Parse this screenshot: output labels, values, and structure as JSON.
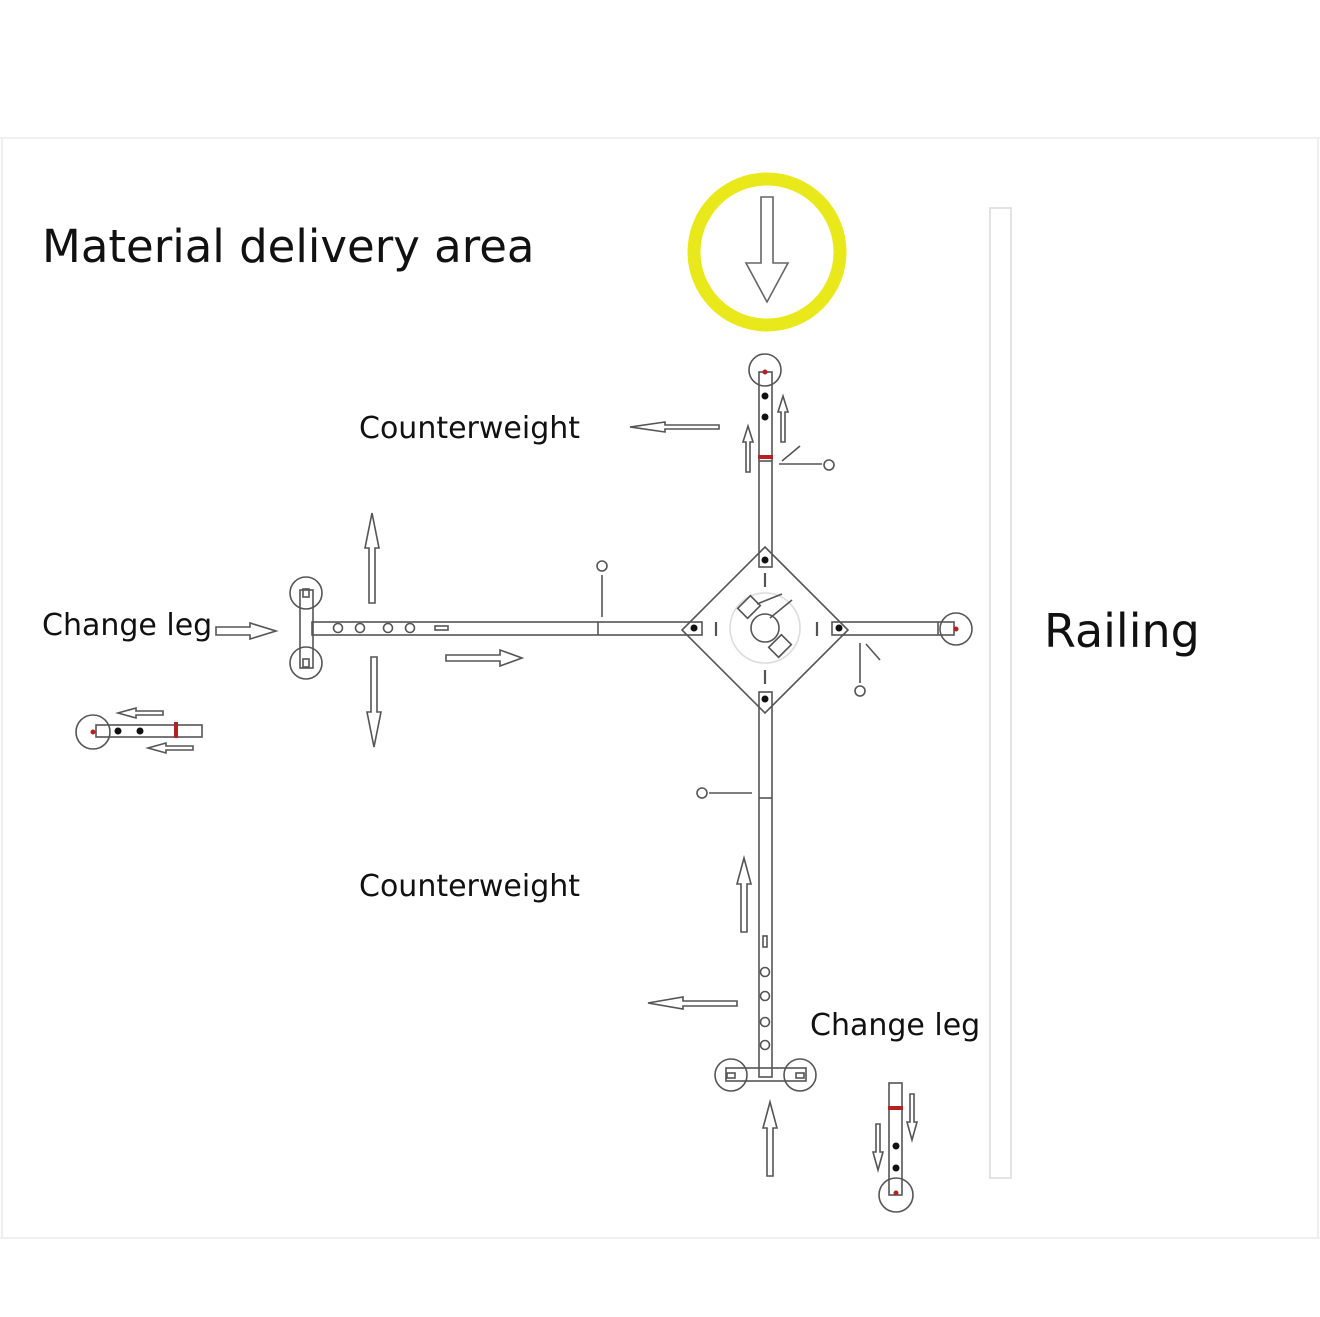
{
  "colors": {
    "delivery_ring": "#e8e81a",
    "line": "#555555",
    "accent_red": "#b22222",
    "panel_border": "#eeeeee",
    "railing": "#e6e6e6"
  },
  "labels": {
    "title": "Material delivery area",
    "railing": "Railing",
    "counterweight_top": "Counterweight",
    "counterweight_bottom": "Counterweight",
    "change_leg_left": "Change leg",
    "change_leg_right": "Change leg"
  },
  "icons": {
    "delivery_marker": "down-arrow-in-ring-icon"
  }
}
